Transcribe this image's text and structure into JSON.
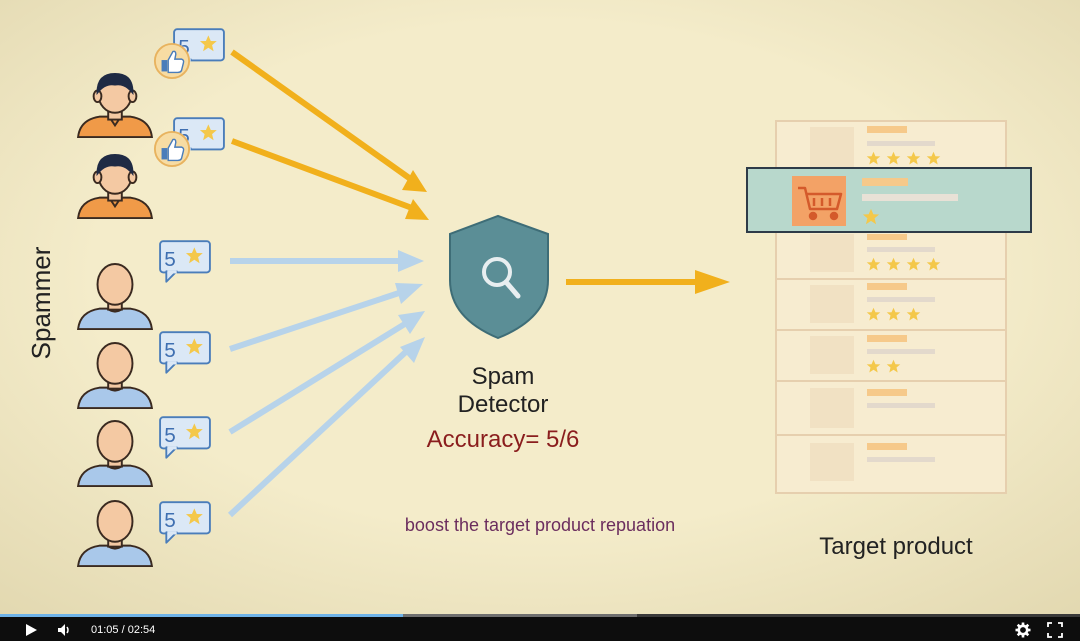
{
  "diagram": {
    "spammer_label": "Spammer",
    "review_badge_number": "5",
    "detector_line1": "Spam",
    "detector_line2": "Detector",
    "accuracy": "Accuracy= 5/6",
    "caption": "boost the target product repuation",
    "target_label": "Target product"
  },
  "player": {
    "current_time": "01:05",
    "separator": "/",
    "duration": "02:54",
    "progress_fraction": 0.373,
    "buffered_fraction": 0.59
  },
  "colors": {
    "background": "#f4ecca",
    "spam_arrow": "#f1b01c",
    "normal_arrow": "#b7d3ea",
    "shield": "#5b8e96",
    "accuracy_text": "#8a1d1d",
    "caption_text": "#6b2d5e",
    "highlight_row": "#b8d8cc",
    "cart_tile": "#f3a266",
    "star": "#f4c84a"
  }
}
